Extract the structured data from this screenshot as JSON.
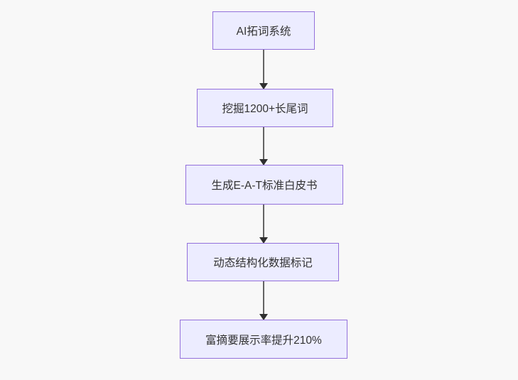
{
  "diagram": {
    "type": "flowchart",
    "direction": "top-down",
    "nodes": [
      {
        "id": "n1",
        "label": "AI拓词系统"
      },
      {
        "id": "n2",
        "label": "挖掘1200+长尾词"
      },
      {
        "id": "n3",
        "label": "生成E-A-T标准白皮书"
      },
      {
        "id": "n4",
        "label": "动态结构化数据标记"
      },
      {
        "id": "n5",
        "label": "富摘要展示率提升210%"
      }
    ],
    "edges": [
      {
        "from": "n1",
        "to": "n2",
        "label": ""
      },
      {
        "from": "n2",
        "to": "n3",
        "label": ""
      },
      {
        "from": "n3",
        "to": "n4",
        "label": ""
      },
      {
        "from": "n4",
        "to": "n5",
        "label": ""
      }
    ]
  },
  "colors": {
    "background": "#f8f8f8",
    "node_fill": "#ECECFF",
    "node_border": "#9370DB",
    "node_text": "#333333",
    "edge_line": "#646464",
    "edge_arrowhead": "#2f2f2f"
  }
}
